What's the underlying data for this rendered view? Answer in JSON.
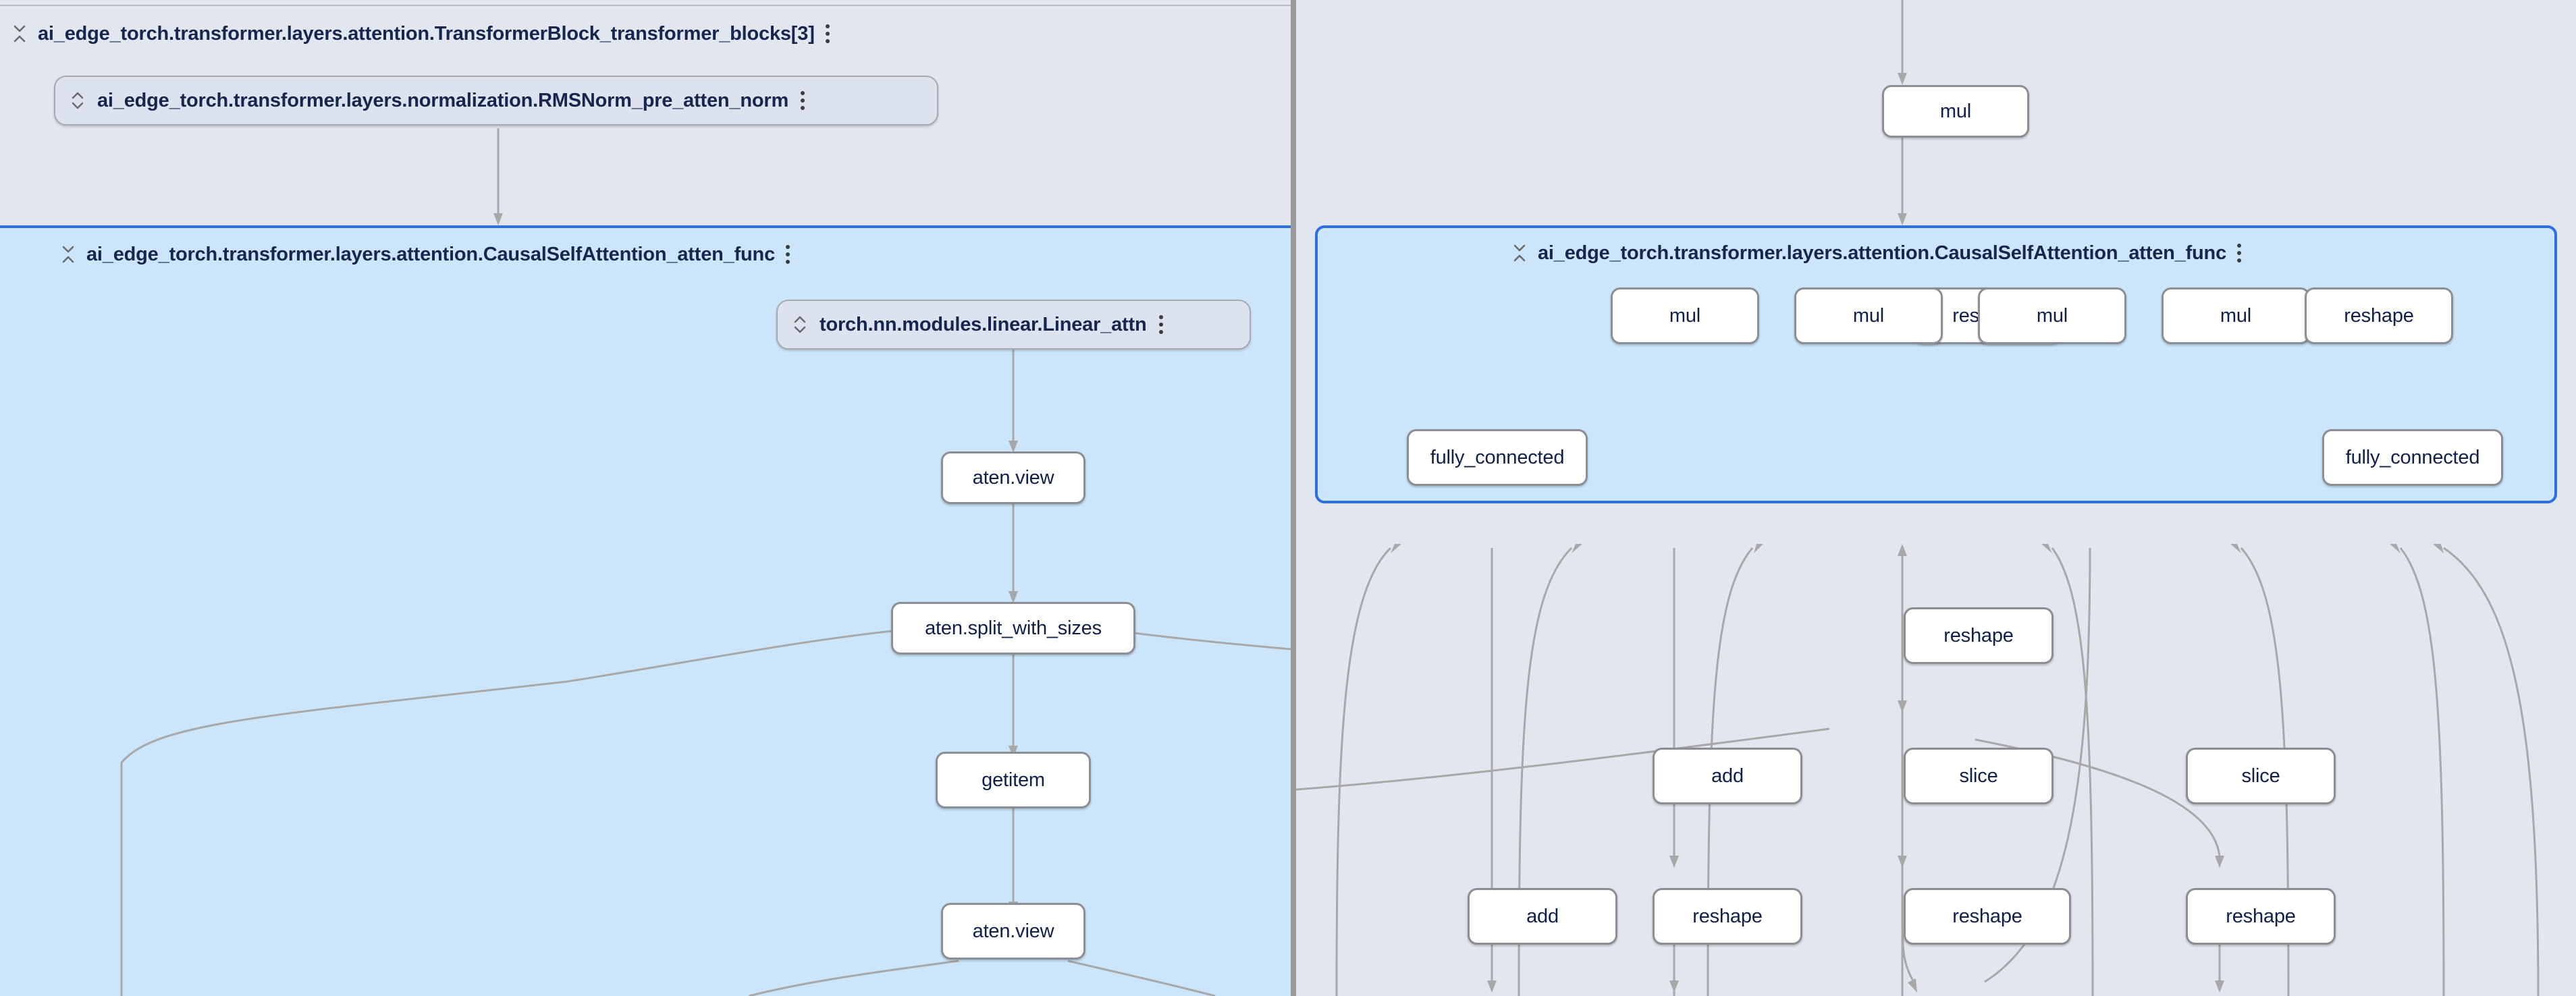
{
  "app": {
    "view": "split-graph-comparison",
    "accent_color": "#2d6fe0",
    "selected_group_fill": "#cbe5fb",
    "pane_background": "#e2e7ef",
    "node_fill": "#ffffff",
    "node_border": "#8b8e93",
    "node_text_color": "#10204a",
    "edge_color": "#a8a8a8"
  },
  "left_pane": {
    "groups": [
      {
        "id": "transformer-block",
        "title": "ai_edge_torch.transformer.layers.attention.TransformerBlock_transformer_blocks[3]",
        "expand_state": "collapse",
        "selected": false
      },
      {
        "id": "causal-self-attention",
        "title": "ai_edge_torch.transformer.layers.attention.CausalSelfAttention_atten_func",
        "expand_state": "collapse",
        "selected": true
      }
    ],
    "layer_pills": [
      {
        "id": "rmsnorm-pre-atten-norm",
        "title": "ai_edge_torch.transformer.layers.normalization.RMSNorm_pre_atten_norm",
        "expand_state": "expand"
      },
      {
        "id": "linear-attn",
        "title": "torch.nn.modules.linear.Linear_attn",
        "expand_state": "expand"
      }
    ],
    "nodes": [
      {
        "id": "l-aten-view-1",
        "label": "aten.view"
      },
      {
        "id": "l-aten-split-with-sizes",
        "label": "aten.split_with_sizes"
      },
      {
        "id": "l-getitem",
        "label": "getitem"
      },
      {
        "id": "l-aten-view-2",
        "label": "aten.view"
      }
    ]
  },
  "right_pane": {
    "groups": [
      {
        "id": "causal-self-attention-r",
        "title": "ai_edge_torch.transformer.layers.attention.CausalSelfAttention_atten_func",
        "expand_state": "collapse",
        "selected": true
      }
    ],
    "nodes": [
      {
        "id": "r-mul-top",
        "label": "mul"
      },
      {
        "id": "r-reshape-1",
        "label": "reshape"
      },
      {
        "id": "r-mul-1",
        "label": "mul"
      },
      {
        "id": "r-mul-2",
        "label": "mul"
      },
      {
        "id": "r-mul-3",
        "label": "mul"
      },
      {
        "id": "r-mul-4",
        "label": "mul"
      },
      {
        "id": "r-reshape-2",
        "label": "reshape"
      },
      {
        "id": "r-fully-connected-1",
        "label": "fully_connected"
      },
      {
        "id": "r-fully-connected-2",
        "label": "fully_connected"
      },
      {
        "id": "r-reshape-3",
        "label": "reshape"
      },
      {
        "id": "r-add-1",
        "label": "add"
      },
      {
        "id": "r-slice-1",
        "label": "slice"
      },
      {
        "id": "r-slice-2",
        "label": "slice"
      },
      {
        "id": "r-add-2",
        "label": "add"
      },
      {
        "id": "r-reshape-4",
        "label": "reshape"
      },
      {
        "id": "r-reshape-5",
        "label": "reshape"
      },
      {
        "id": "r-reshape-6",
        "label": "reshape"
      }
    ]
  },
  "icons": {
    "collapse": "collapse-chevrons-icon",
    "expand": "expand-chevrons-icon",
    "menu": "more-vert-icon"
  }
}
